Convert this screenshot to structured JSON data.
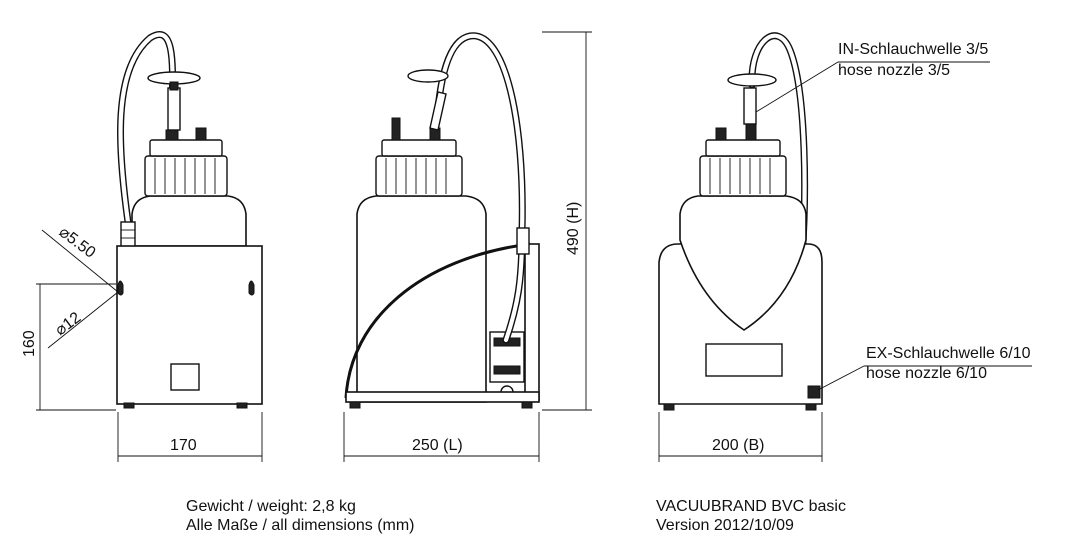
{
  "dimensions": {
    "hole_small": "⌀5.50",
    "hole_large": "⌀12",
    "height_left": "160",
    "width_front": "170",
    "length_side": "250 (L)",
    "height_total": "490 (H)",
    "width_back": "200 (B)"
  },
  "annotations": {
    "in_nozzle_de": "IN-Schlauchwelle 3/5",
    "in_nozzle_en": "hose nozzle 3/5",
    "ex_nozzle_de": "EX-Schlauchwelle 6/10",
    "ex_nozzle_en": "hose nozzle 6/10"
  },
  "footer": {
    "weight": "Gewicht / weight: 2,8 kg",
    "units": "Alle Maße / all dimensions (mm)",
    "product": "VACUUBRAND BVC basic",
    "version": "Version 2012/10/09"
  }
}
